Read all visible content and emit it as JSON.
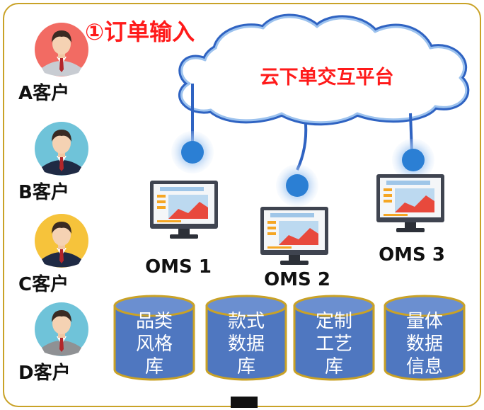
{
  "title": "①订单输入",
  "cloud": {
    "label": "云下单交互平台"
  },
  "customers": [
    {
      "label": "A客户",
      "avatar_color": "#f26b63",
      "suit_color": "#c8ccd2"
    },
    {
      "label": "B客户",
      "avatar_color": "#6fc3d9",
      "suit_color": "#1f2a44"
    },
    {
      "label": "C客户",
      "avatar_color": "#f6c33b",
      "suit_color": "#1f2a44"
    },
    {
      "label": "D客户",
      "avatar_color": "#6fc3d9",
      "suit_color": "#8f9194"
    }
  ],
  "oms": [
    {
      "label": "OMS 1"
    },
    {
      "label": "OMS 2"
    },
    {
      "label": "OMS 3"
    }
  ],
  "databases": [
    {
      "lines": [
        "品类",
        "风格",
        "库"
      ]
    },
    {
      "lines": [
        "款式",
        "数据",
        "库"
      ]
    },
    {
      "lines": [
        "定制",
        "工艺",
        "库"
      ]
    },
    {
      "lines": [
        "量体",
        "数据",
        "信息"
      ]
    }
  ],
  "colors": {
    "frame": "#c9a227",
    "accent_red": "#ff1a1a",
    "cloud_outline": "#2f63c2",
    "node_blue": "#2b7fd4",
    "db_fill": "#4f77c0",
    "db_rim": "#c9a227"
  }
}
